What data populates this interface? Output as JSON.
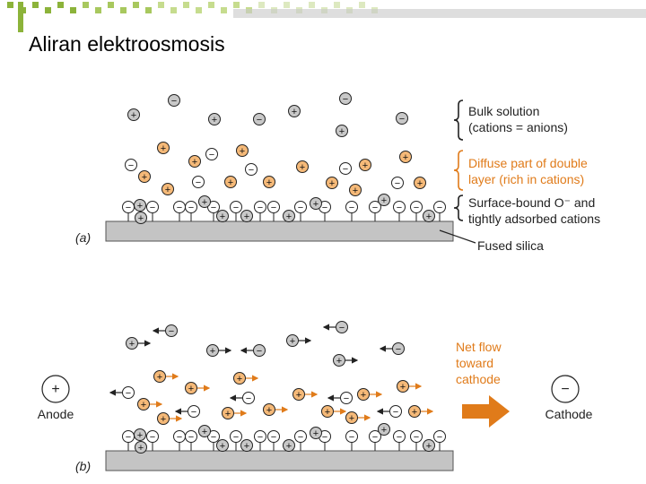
{
  "slide": {
    "title": "Aliran elektroosmosis"
  },
  "diagram": {
    "panel_a": {
      "label": "(a)",
      "annotations": {
        "bulk": [
          "Bulk solution",
          "(cations = anions)"
        ],
        "diffuse": [
          "Diffuse part of double",
          "layer (rich in cations)"
        ],
        "surface": [
          "Surface-bound O⁻ and",
          "tightly adsorbed cations"
        ],
        "silica": "Fused silica"
      }
    },
    "panel_b": {
      "label": "(b)",
      "anode_label": "Anode",
      "cathode_label": "Cathode",
      "flow_text": [
        "Net flow",
        "toward",
        "cathode"
      ]
    },
    "signs": {
      "plus": "+",
      "minus": "−"
    },
    "colors": {
      "diffuse_text": "#e07b1a",
      "cation_orange": "#f5b978",
      "ion_gray": "#c8c8c8",
      "silica": "#c4c4c4",
      "arrow": "#e07b1a"
    }
  }
}
